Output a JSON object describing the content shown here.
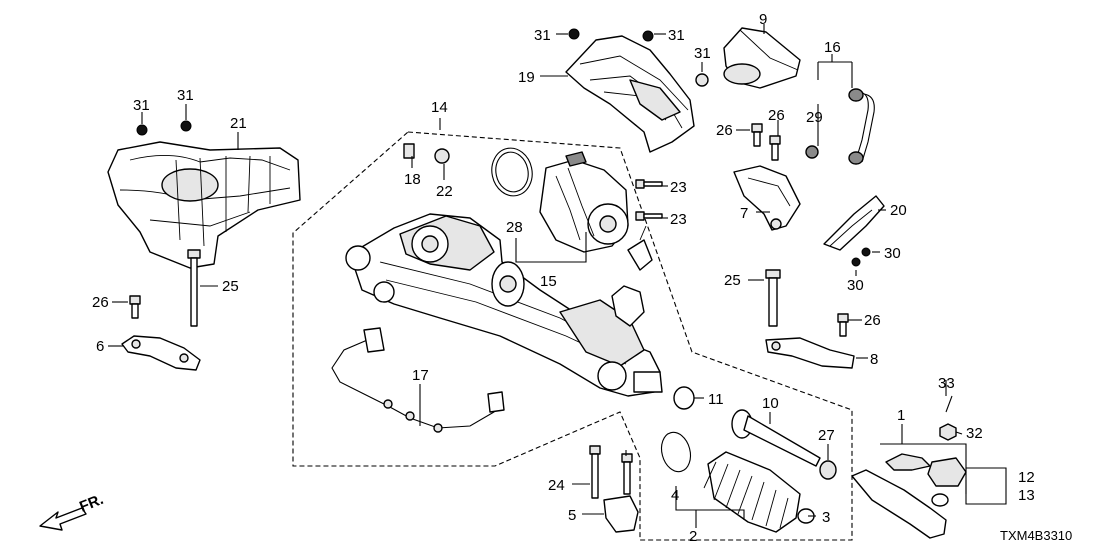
{
  "diagram": {
    "diagram_code": "TXM4B3310",
    "direction_label": "FR.",
    "callouts": {
      "p1": "1",
      "p2": "2",
      "p3": "3",
      "p4": "4",
      "p5": "5",
      "p6": "6",
      "p7": "7",
      "p8": "8",
      "p9": "9",
      "p10": "10",
      "p11": "11",
      "p12": "12",
      "p13": "13",
      "p14": "14",
      "p15": "15",
      "p16": "16",
      "p17": "17",
      "p18": "18",
      "p19": "19",
      "p20": "20",
      "p21": "21",
      "p22": "22",
      "p23a": "23",
      "p23b": "23",
      "p24": "24",
      "p25a": "25",
      "p25b": "25",
      "p26a": "26",
      "p26b": "26",
      "p26c": "26",
      "p26d": "26",
      "p27": "27",
      "p28": "28",
      "p29": "29",
      "p30a": "30",
      "p30b": "30",
      "p31a": "31",
      "p31b": "31",
      "p31c": "31",
      "p31d": "31",
      "p31e": "31",
      "p32": "32",
      "p33": "33"
    }
  }
}
